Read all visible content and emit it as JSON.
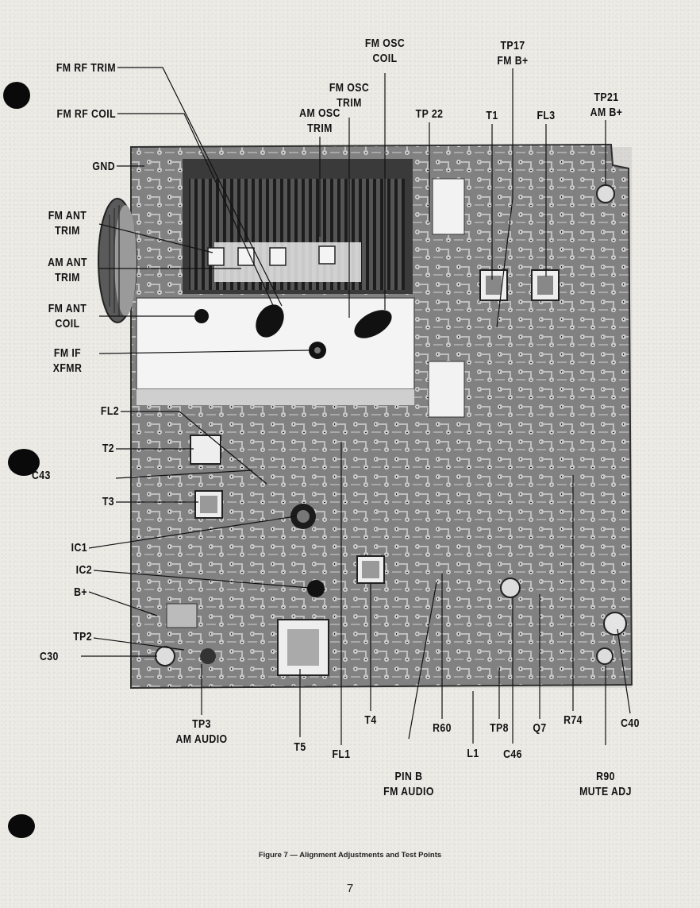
{
  "figure": {
    "caption": "Figure 7 — Alignment Adjustments and Test Points",
    "page_number": "7"
  },
  "labels": {
    "fm_rf_trim": "FM RF TRIM",
    "fm_rf_coil": "FM RF COIL",
    "gnd": "GND",
    "fm_ant_trim_1": "FM ANT",
    "fm_ant_trim_2": "TRIM",
    "am_ant_trim_1": "AM ANT",
    "am_ant_trim_2": "TRIM",
    "fm_ant_coil_1": "FM ANT",
    "fm_ant_coil_2": "COIL",
    "fm_if_xfmr_1": "FM IF",
    "fm_if_xfmr_2": "XFMR",
    "fl2": "FL2",
    "t2": "T2",
    "c43": "C43",
    "t3": "T3",
    "ic1": "IC1",
    "ic2": "IC2",
    "b_plus": "B+",
    "tp2": "TP2",
    "c30": "C30",
    "fm_osc_coil_1": "FM OSC",
    "fm_osc_coil_2": "COIL",
    "fm_osc_trim_1": "FM OSC",
    "fm_osc_trim_2": "TRIM",
    "am_osc_trim_1": "AM OSC",
    "am_osc_trim_2": "TRIM",
    "tp22": "TP 22",
    "t1": "T1",
    "tp17_1": "TP17",
    "tp17_2": "FM B+",
    "fl3": "FL3",
    "tp21_1": "TP21",
    "tp21_2": "AM B+",
    "tp3_1": "TP3",
    "tp3_2": "AM AUDIO",
    "t5": "T5",
    "fl1": "FL1",
    "t4": "T4",
    "pin_b_1": "PIN B",
    "pin_b_2": "FM AUDIO",
    "r60": "R60",
    "l1": "L1",
    "tp8": "TP8",
    "c46": "C46",
    "q7": "Q7",
    "r74": "R74",
    "r90_1": "R90",
    "r90_2": "MUTE ADJ",
    "c40": "C40"
  }
}
